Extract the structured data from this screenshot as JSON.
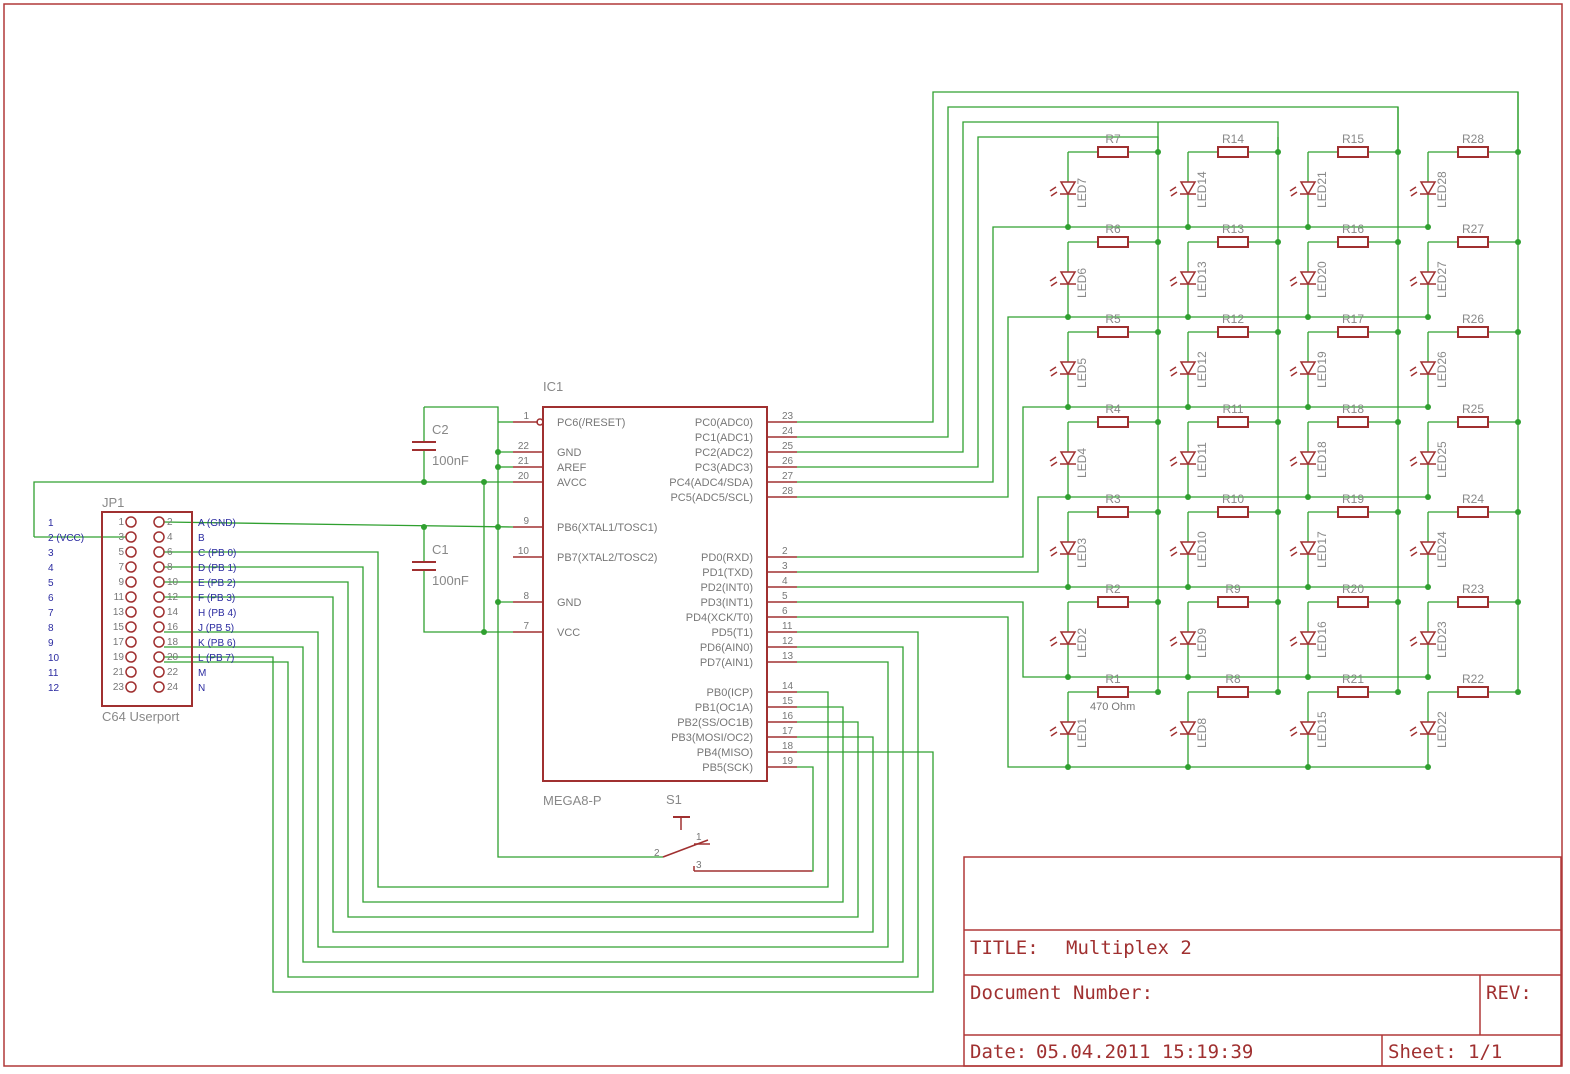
{
  "title_block": {
    "title_label": "TITLE:",
    "title_value": "Multiplex 2",
    "docnum_label": "Document Number:",
    "rev_label": "REV:",
    "date_label": "Date:",
    "date_value": "05.04.2011 15:19:39",
    "sheet_label": "Sheet:",
    "sheet_value": "1/1"
  },
  "connector": {
    "name": "JP1",
    "value": "C64 Userport",
    "left_labels": [
      "1",
      "2 (VCC)",
      "3",
      "4",
      "5",
      "6",
      "7",
      "8",
      "9",
      "10",
      "11",
      "12"
    ],
    "right_labels": [
      "A (GND)",
      "B",
      "C (PB 0)",
      "D (PB 1)",
      "E (PB 2)",
      "F (PB 3)",
      "H (PB 4)",
      "J (PB 5)",
      "K (PB 6)",
      "L (PB 7)",
      "M",
      "N"
    ],
    "odd_pins": [
      "1",
      "3",
      "5",
      "7",
      "9",
      "11",
      "13",
      "15",
      "17",
      "19",
      "21",
      "23"
    ],
    "even_pins": [
      "2",
      "4",
      "6",
      "8",
      "10",
      "12",
      "14",
      "16",
      "18",
      "20",
      "22",
      "24"
    ]
  },
  "mcu": {
    "name": "IC1",
    "value": "MEGA8-P",
    "left_pins": [
      {
        "num": "1",
        "name": "PC6(/RESET)"
      },
      {
        "num": "22",
        "name": "GND"
      },
      {
        "num": "21",
        "name": "AREF"
      },
      {
        "num": "20",
        "name": "AVCC"
      },
      {
        "num": "9",
        "name": "PB6(XTAL1/TOSC1)"
      },
      {
        "num": "10",
        "name": "PB7(XTAL2/TOSC2)"
      },
      {
        "num": "8",
        "name": "GND"
      },
      {
        "num": "7",
        "name": "VCC"
      }
    ],
    "right_pins": [
      {
        "num": "23",
        "name": "PC0(ADC0)"
      },
      {
        "num": "24",
        "name": "PC1(ADC1)"
      },
      {
        "num": "25",
        "name": "PC2(ADC2)"
      },
      {
        "num": "26",
        "name": "PC3(ADC3)"
      },
      {
        "num": "27",
        "name": "PC4(ADC4/SDA)"
      },
      {
        "num": "28",
        "name": "PC5(ADC5/SCL)"
      },
      {
        "num": "2",
        "name": "PD0(RXD)"
      },
      {
        "num": "3",
        "name": "PD1(TXD)"
      },
      {
        "num": "4",
        "name": "PD2(INT0)"
      },
      {
        "num": "5",
        "name": "PD3(INT1)"
      },
      {
        "num": "6",
        "name": "PD4(XCK/T0)"
      },
      {
        "num": "11",
        "name": "PD5(T1)"
      },
      {
        "num": "12",
        "name": "PD6(AIN0)"
      },
      {
        "num": "13",
        "name": "PD7(AIN1)"
      },
      {
        "num": "14",
        "name": "PB0(ICP)"
      },
      {
        "num": "15",
        "name": "PB1(OC1A)"
      },
      {
        "num": "16",
        "name": "PB2(SS/OC1B)"
      },
      {
        "num": "17",
        "name": "PB3(MOSI/OC2)"
      },
      {
        "num": "18",
        "name": "PB4(MISO)"
      },
      {
        "num": "19",
        "name": "PB5(SCK)"
      }
    ]
  },
  "capacitors": [
    {
      "name": "C2",
      "value": "100nF"
    },
    {
      "name": "C1",
      "value": "100nF"
    }
  ],
  "switch": {
    "name": "S1",
    "pins": [
      "1",
      "2",
      "3"
    ]
  },
  "resistor_value": "470 Ohm",
  "matrix": {
    "resistors": [
      [
        "R7",
        "R14",
        "R15",
        "R28"
      ],
      [
        "R6",
        "R13",
        "R16",
        "R27"
      ],
      [
        "R5",
        "R12",
        "R17",
        "R26"
      ],
      [
        "R4",
        "R11",
        "R18",
        "R25"
      ],
      [
        "R3",
        "R10",
        "R19",
        "R24"
      ],
      [
        "R2",
        "R9",
        "R20",
        "R23"
      ],
      [
        "R1",
        "R8",
        "R21",
        "R22"
      ]
    ],
    "leds": [
      [
        "LED7",
        "LED14",
        "LED21",
        "LED28"
      ],
      [
        "LED6",
        "LED13",
        "LED20",
        "LED27"
      ],
      [
        "LED5",
        "LED12",
        "LED19",
        "LED26"
      ],
      [
        "LED4",
        "LED11",
        "LED18",
        "LED25"
      ],
      [
        "LED3",
        "LED10",
        "LED17",
        "LED24"
      ],
      [
        "LED2",
        "LED9",
        "LED16",
        "LED23"
      ],
      [
        "LED1",
        "LED8",
        "LED15",
        "LED22"
      ]
    ]
  },
  "colors": {
    "frame": "#b03838",
    "wire": "#30a030",
    "part": "#a03030",
    "text": "#777777",
    "net_label": "#2a2aa0"
  }
}
